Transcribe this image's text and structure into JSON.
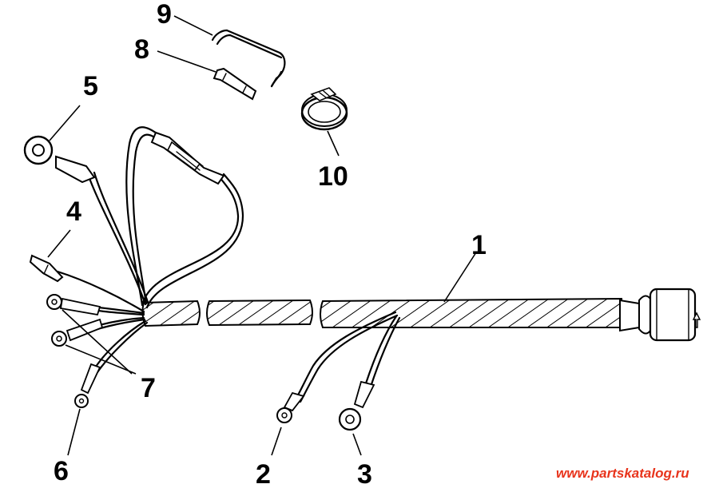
{
  "diagram": {
    "callouts": [
      {
        "id": "1",
        "label": "1"
      },
      {
        "id": "2",
        "label": "2"
      },
      {
        "id": "3",
        "label": "3"
      },
      {
        "id": "4",
        "label": "4"
      },
      {
        "id": "5",
        "label": "5"
      },
      {
        "id": "6",
        "label": "6"
      },
      {
        "id": "7",
        "label": "7"
      },
      {
        "id": "8",
        "label": "8"
      },
      {
        "id": "9",
        "label": "9"
      },
      {
        "id": "10",
        "label": "10"
      }
    ],
    "watermark": "www.partskatalog.ru",
    "colors": {
      "ink": "#000000",
      "watermark": "#e8341c",
      "background": "#ffffff"
    }
  }
}
